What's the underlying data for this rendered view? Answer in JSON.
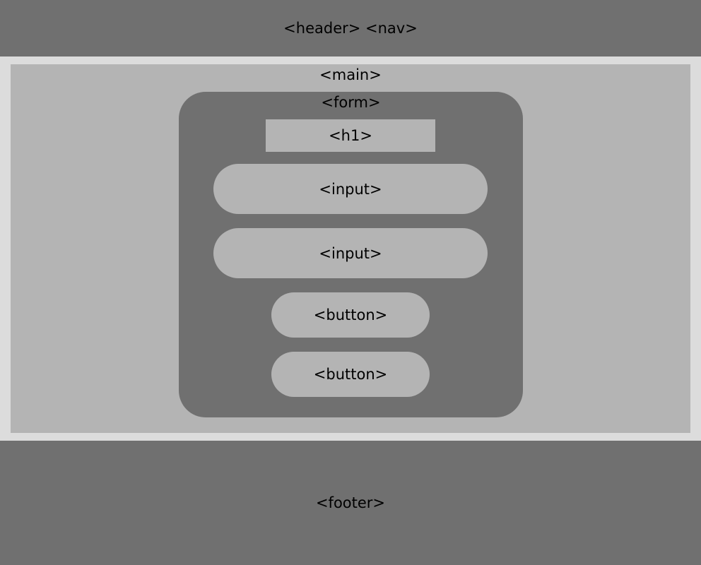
{
  "header": {
    "label": "<header> <nav>"
  },
  "main": {
    "label": "<main>"
  },
  "form": {
    "label": "<form>",
    "h1_label": "<h1>",
    "inputs": [
      {
        "label": "<input>"
      },
      {
        "label": "<input>"
      }
    ],
    "buttons": [
      {
        "label": "<button>"
      },
      {
        "label": "<button>"
      }
    ]
  },
  "footer": {
    "label": "<footer>"
  },
  "colors": {
    "dark_block": "#707070",
    "light_block": "#b4b4b4",
    "background": "#dcdcdc"
  }
}
